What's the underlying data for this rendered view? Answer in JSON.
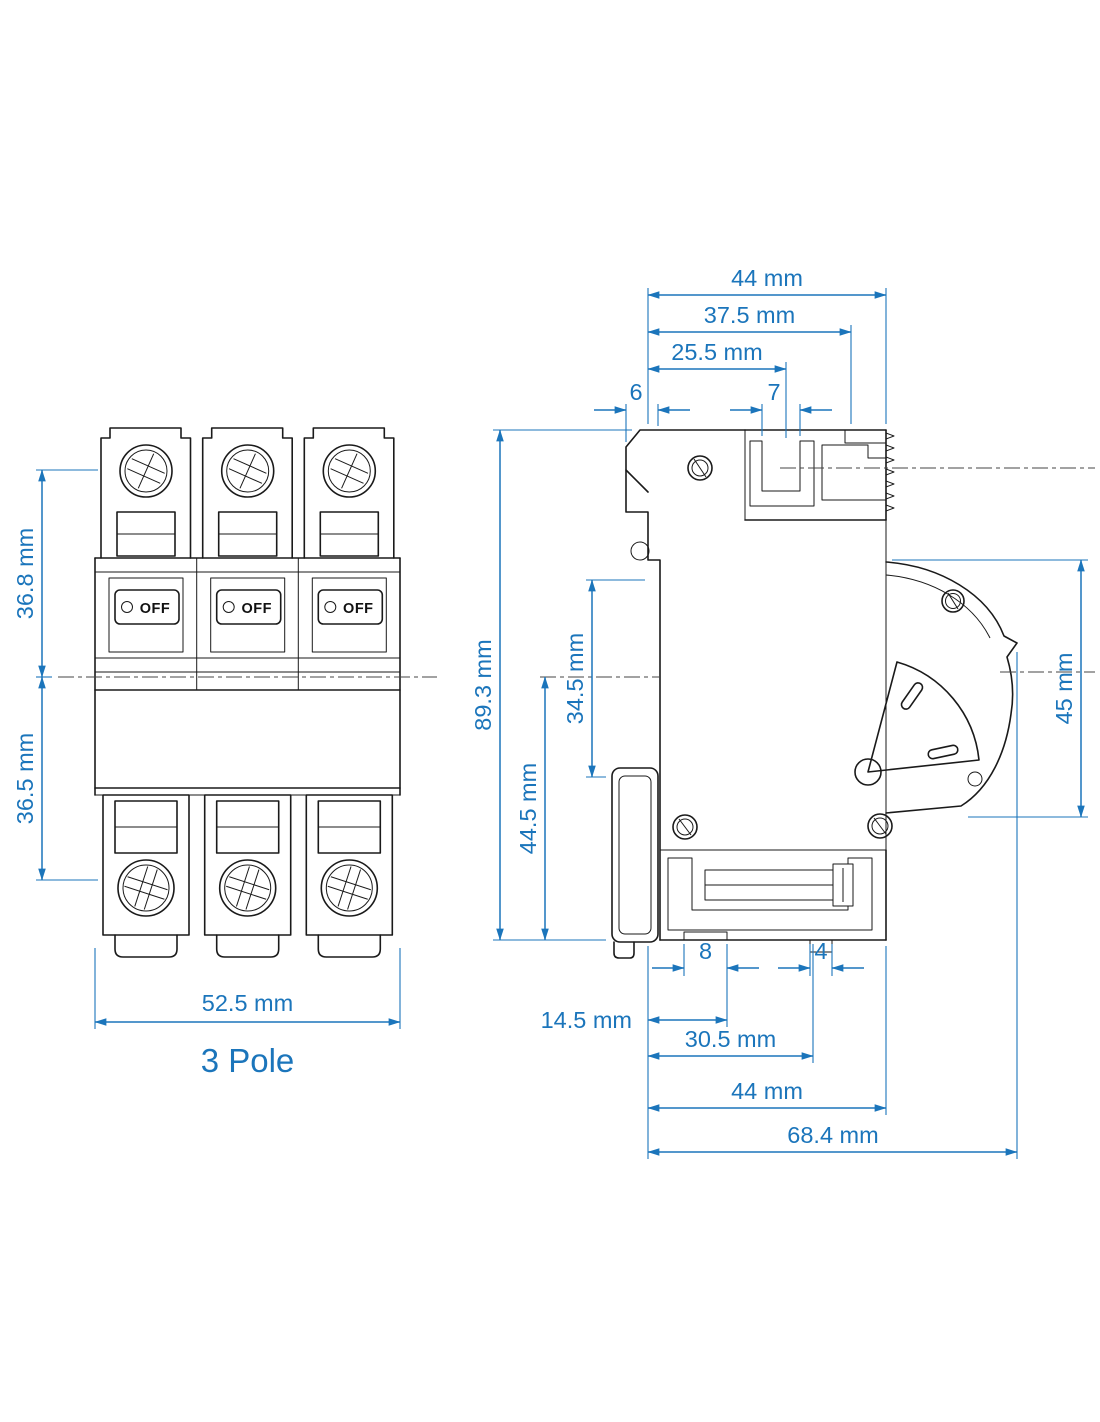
{
  "drawing": {
    "colors": {
      "dimension": "#1b75bb",
      "line": "#1a1a1a"
    },
    "front_view": {
      "caption": "3 Pole",
      "switch_label": "OFF",
      "dims": {
        "top_height": "36.8 mm",
        "bottom_height": "36.5 mm",
        "width": "52.5 mm"
      }
    },
    "side_view": {
      "dims": {
        "depth_top": "44 mm",
        "depth_37_5": "37.5 mm",
        "depth_25_5": "25.5 mm",
        "step_6": "6",
        "slot_7": "7",
        "height_total": "89.3 mm",
        "center_to_bottom": "44.5 mm",
        "front_34_5": "34.5 mm",
        "front_height": "45 mm",
        "bottom_8": "8",
        "bottom_4": "4",
        "bottom_14_5": "14.5 mm",
        "bottom_30_5": "30.5 mm",
        "bottom_44": "44 mm",
        "depth_overall": "68.4 mm"
      }
    }
  }
}
